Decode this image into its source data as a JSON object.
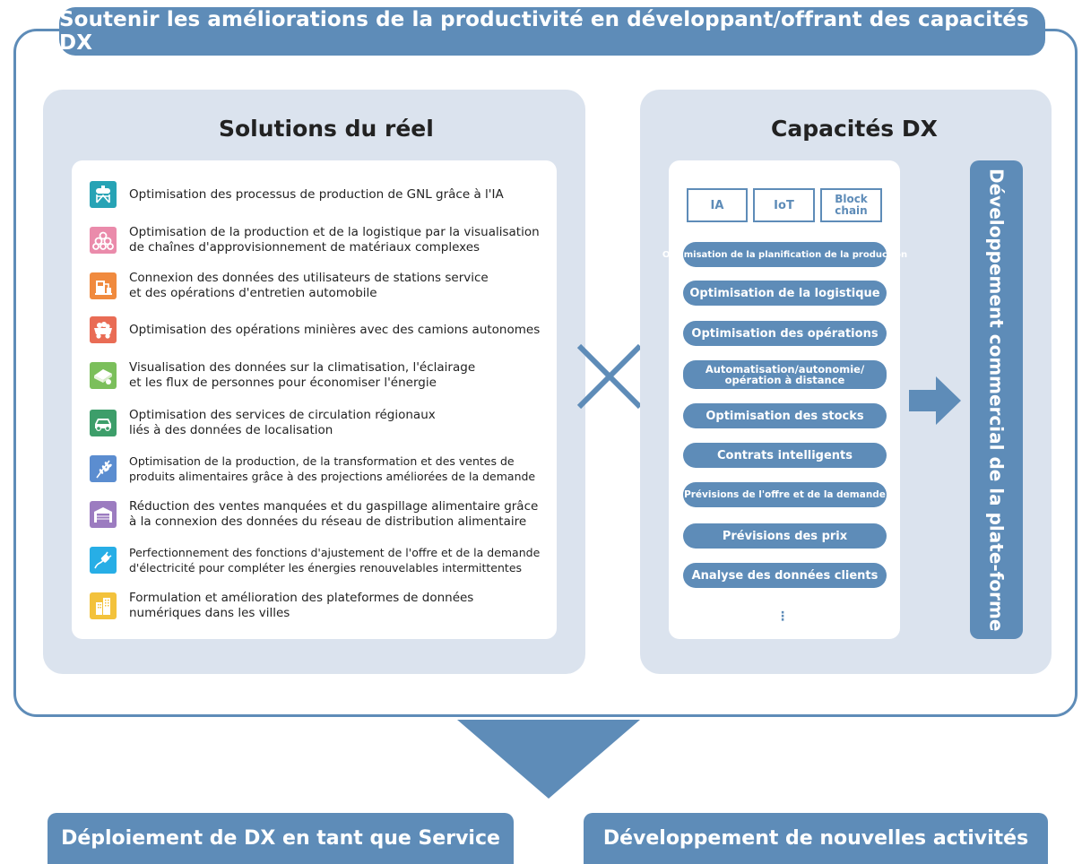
{
  "header": {
    "title": "Soutenir les améliorations de la productivité en développant/offrant des capacités DX"
  },
  "solutions": {
    "heading": "Solutions du réel",
    "items": [
      {
        "icon": "lng-plant-icon",
        "color": "#27a3b5",
        "lines": [
          "Optimisation des processus de production de GNL grâce à l'IA"
        ]
      },
      {
        "icon": "pipes-icon",
        "color": "#ea8bab",
        "lines": [
          "Optimisation de la production et de la logistique par la visualisation",
          "de chaînes d'approvisionnement de matériaux complexes"
        ]
      },
      {
        "icon": "gas-station-icon",
        "color": "#f08a3e",
        "lines": [
          "Connexion des données des utilisateurs de stations service",
          "et des opérations d'entretien automobile"
        ]
      },
      {
        "icon": "mining-truck-icon",
        "color": "#e96c55",
        "lines": [
          "Optimisation des opérations minières avec des camions autonomes"
        ]
      },
      {
        "icon": "building-energy-icon",
        "color": "#7bbf5b",
        "lines": [
          "Visualisation des données sur la climatisation, l'éclairage",
          "et les flux de personnes pour économiser l'énergie"
        ]
      },
      {
        "icon": "car-icon",
        "color": "#3d9e6a",
        "lines": [
          "Optimisation des services de circulation régionaux",
          "liés à des données de localisation"
        ]
      },
      {
        "icon": "wheat-icon",
        "color": "#5b8dd0",
        "lines": [
          "Optimisation de la production, de la transformation et des ventes de",
          "produits alimentaires grâce à des projections améliorées de la demande"
        ]
      },
      {
        "icon": "warehouse-icon",
        "color": "#9c7cc0",
        "lines": [
          "Réduction des ventes manquées et du gaspillage alimentaire grâce",
          "à la connexion des données du réseau de distribution alimentaire"
        ]
      },
      {
        "icon": "electric-plug-icon",
        "color": "#27aee6",
        "lines": [
          "Perfectionnement des fonctions d'ajustement de l'offre et de la demande",
          "d'électricité pour compléter les énergies renouvelables intermittentes"
        ]
      },
      {
        "icon": "city-buildings-icon",
        "color": "#f3c23c",
        "lines": [
          "Formulation et amélioration des plateformes de données",
          "numériques dans les villes"
        ]
      }
    ]
  },
  "capabilities": {
    "heading": "Capacités DX",
    "tags": [
      [
        "IA"
      ],
      [
        "IoT"
      ],
      [
        "Block",
        "chain"
      ]
    ],
    "pills": [
      [
        "Optimisation de la planification de la production"
      ],
      [
        "Optimisation de la logistique"
      ],
      [
        "Optimisation des opérations"
      ],
      [
        "Automatisation/autonomie/",
        "opération à distance"
      ],
      [
        "Optimisation des stocks"
      ],
      [
        "Contrats intelligents"
      ],
      [
        "Prévisions de l'offre et de la demande"
      ],
      [
        "Prévisions des prix"
      ],
      [
        "Analyse des données clients"
      ]
    ],
    "more": "⋮"
  },
  "platform": {
    "label": "Développement commercial de la plate-forme"
  },
  "outcomes": [
    "Déploiement de DX en tant que Service",
    "Développement de nouvelles activités"
  ],
  "colors": {
    "accent": "#5e8cb8",
    "panel": "#dbe3ee"
  }
}
